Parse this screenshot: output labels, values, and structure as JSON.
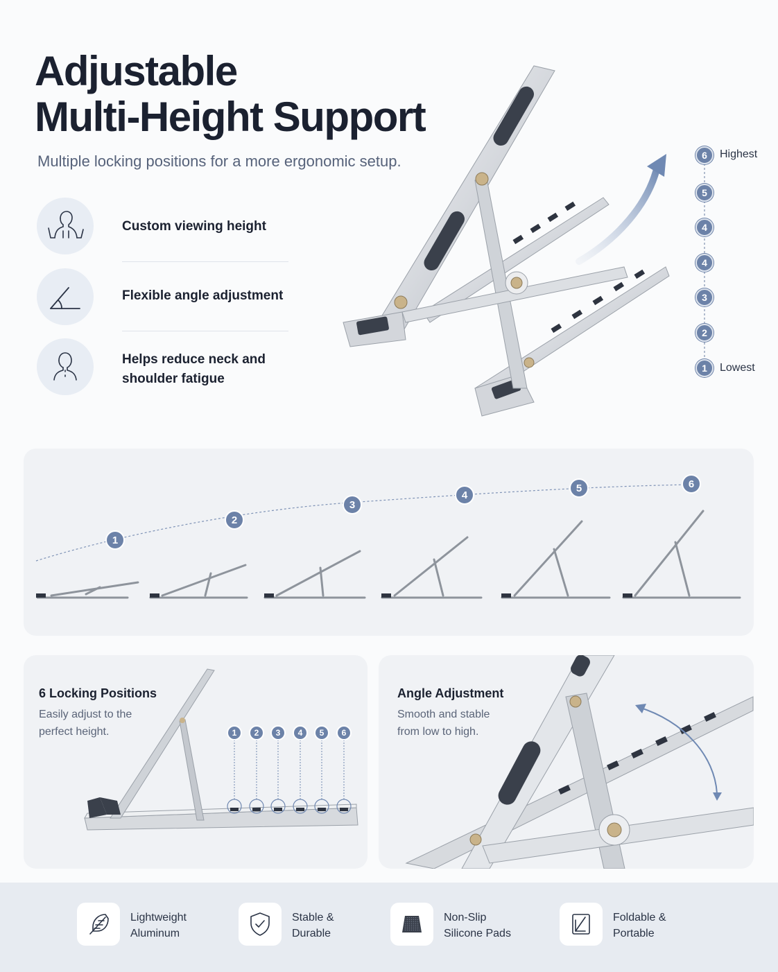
{
  "hero": {
    "title_line1": "Adjustable",
    "title_line2": "Multi-Height Support",
    "subtitle": "Multiple locking positions for a more ergonomic setup."
  },
  "features": [
    {
      "icon": "posture-person-icon",
      "label": "Custom viewing height"
    },
    {
      "icon": "angle-icon",
      "label": "Flexible angle adjustment"
    },
    {
      "icon": "neck-relief-icon",
      "label_line1": "Helps reduce neck and",
      "label_line2": "shoulder fatigue"
    }
  ],
  "height_scale": {
    "markers": [
      "6",
      "5",
      "4",
      "4",
      "3",
      "2",
      "1"
    ],
    "top_label": "Highest",
    "bottom_label": "Lowest"
  },
  "positions_strip": {
    "markers": [
      "1",
      "2",
      "3",
      "4",
      "5",
      "6"
    ]
  },
  "panel_left": {
    "title": "6 Locking Positions",
    "desc_line1": "Easily adjust to the",
    "desc_line2": "perfect height.",
    "markers": [
      "1",
      "2",
      "3",
      "4",
      "5",
      "6"
    ]
  },
  "panel_right": {
    "title": "Angle Adjustment",
    "desc_line1": "Smooth and stable",
    "desc_line2": "from low to high."
  },
  "footer": [
    {
      "icon": "feather-icon",
      "line1": "Lightweight",
      "line2": "Aluminum"
    },
    {
      "icon": "shield-check-icon",
      "line1": "Stable &",
      "line2": "Durable"
    },
    {
      "icon": "silicone-pad-icon",
      "line1": "Non-Slip",
      "line2": "Silicone Pads"
    },
    {
      "icon": "fold-icon",
      "line1": "Foldable &",
      "line2": "Portable"
    }
  ],
  "colors": {
    "accent": "#6b84ad",
    "marker_fill": "#6c82a8",
    "title": "#1b2130",
    "panel_bg": "#f0f2f5",
    "footer_bg": "#e7ebf1"
  }
}
